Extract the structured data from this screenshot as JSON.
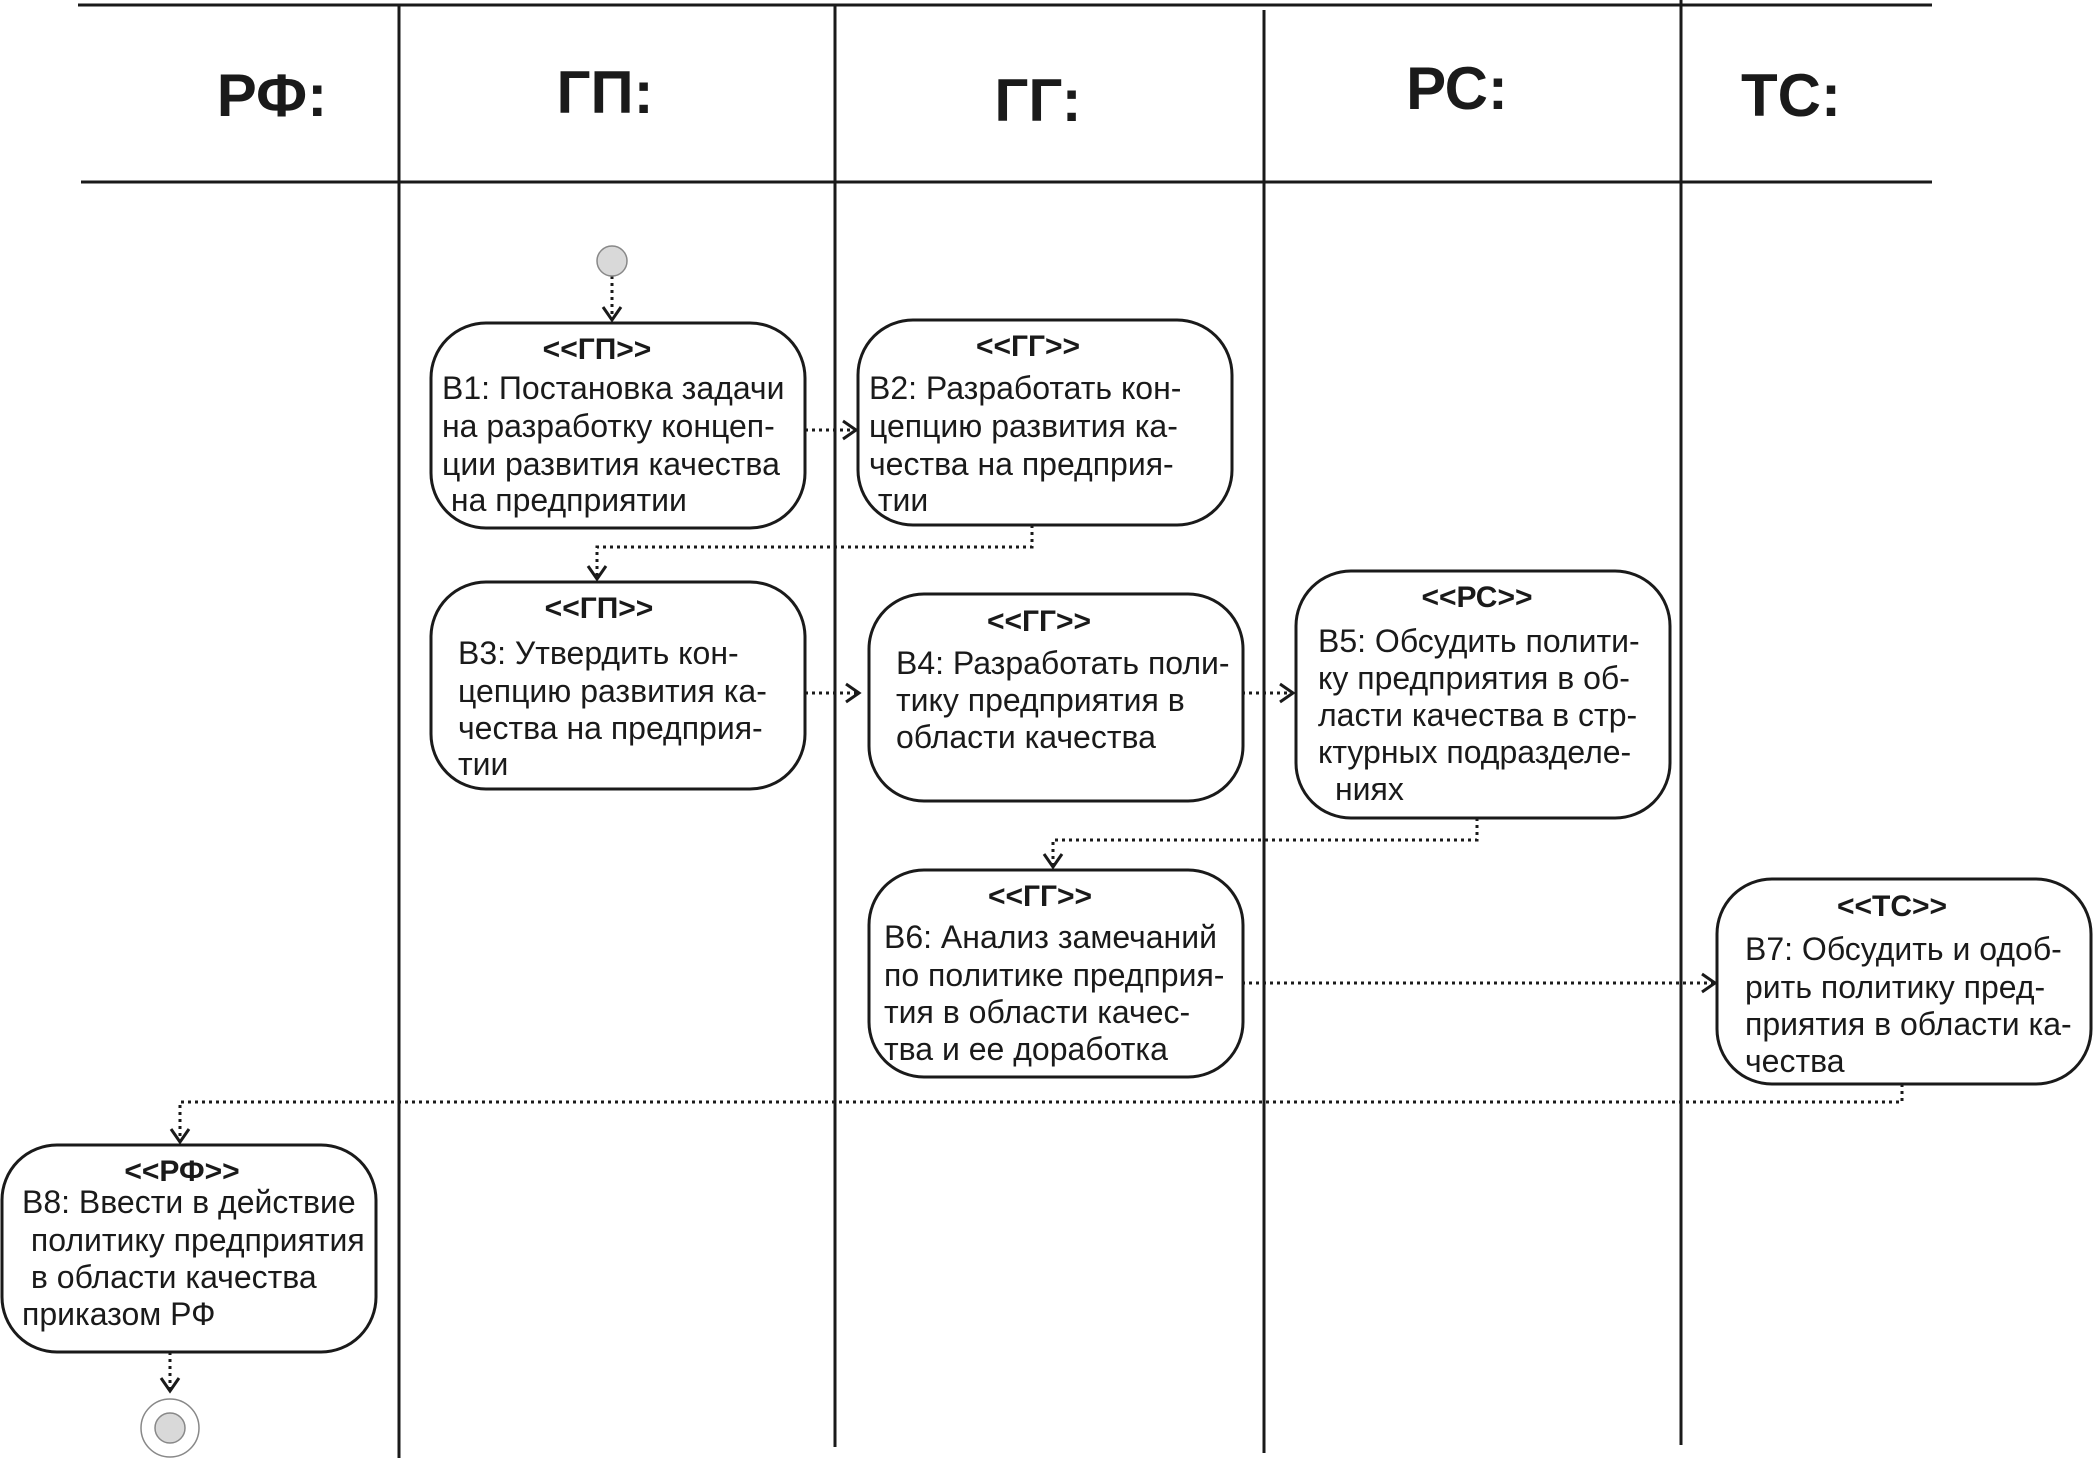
{
  "lanes": [
    {
      "id": "rf",
      "title": "РФ:"
    },
    {
      "id": "gp",
      "title": "ГП:"
    },
    {
      "id": "gg",
      "title": "ГГ:"
    },
    {
      "id": "rs",
      "title": "РС:"
    },
    {
      "id": "ts",
      "title": "ТС:"
    }
  ],
  "activities": [
    {
      "id": "b1",
      "stereotype": "<<ГП>>",
      "lines": [
        "В1: Постановка задачи",
        "на разработку концеп-",
        "ции развития качества",
        " на предприятии"
      ]
    },
    {
      "id": "b2",
      "stereotype": "<<ГГ>>",
      "lines": [
        "В2: Разработать кон-",
        "цепцию развития ка-",
        "чества на предприя-",
        " тии"
      ]
    },
    {
      "id": "b3",
      "stereotype": "<<ГП>>",
      "lines": [
        "В3: Утвердить кон-",
        "цепцию развития ка-",
        "чества на предприя-",
        "тии"
      ]
    },
    {
      "id": "b4",
      "stereotype": "<<ГГ>>",
      "lines": [
        "В4: Разработать поли-",
        "тику предприятия в",
        "области качества"
      ]
    },
    {
      "id": "b5",
      "stereotype": "<<РС>>",
      "lines": [
        "В5: Обсудить полити-",
        "ку предприятия в об-",
        "ласти качества в стр-",
        "ктурных подразделе-",
        "ниях"
      ]
    },
    {
      "id": "b6",
      "stereotype": "<<ГГ>>",
      "lines": [
        "В6: Анализ замечаний",
        "по политике предприя-",
        "тия в области качес-",
        "тва и ее доработка"
      ]
    },
    {
      "id": "b7",
      "stereotype": "<<ТС>>",
      "lines": [
        "В7: Обсудить и одоб-",
        "рить политику пред-",
        "приятия в области ка-",
        "чества"
      ]
    },
    {
      "id": "b8",
      "stereotype": "<<РФ>>",
      "lines": [
        "В8: Ввести в действие",
        " политику предприятия",
        " в области качества",
        "приказом РФ"
      ]
    }
  ],
  "flows": [
    {
      "from": "start",
      "to": "b1"
    },
    {
      "from": "b1",
      "to": "b2"
    },
    {
      "from": "b2",
      "to": "b3"
    },
    {
      "from": "b3",
      "to": "b4"
    },
    {
      "from": "b4",
      "to": "b5"
    },
    {
      "from": "b5",
      "to": "b6"
    },
    {
      "from": "b6",
      "to": "b7"
    },
    {
      "from": "b7",
      "to": "b8"
    },
    {
      "from": "b8",
      "to": "end"
    }
  ],
  "colors": {
    "ink": "#1a1a1a",
    "node_fill": "#d9d9d9",
    "background": "#ffffff"
  }
}
